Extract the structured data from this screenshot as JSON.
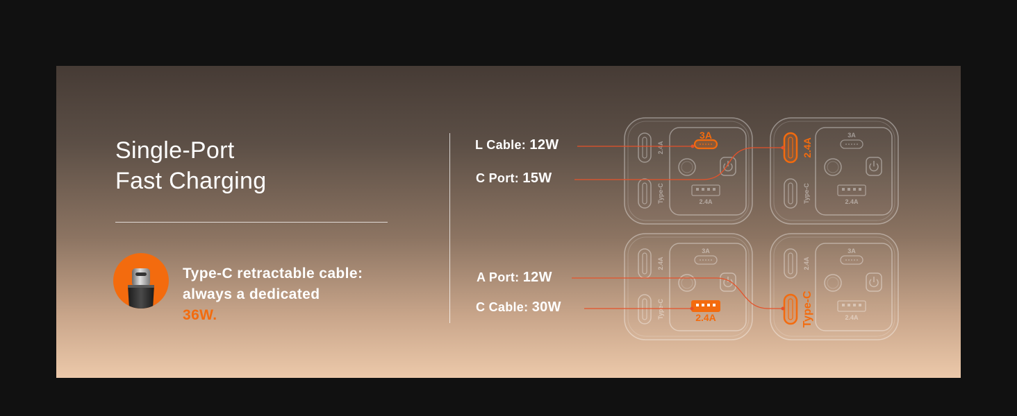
{
  "heading": {
    "line1": "Single-Port",
    "line2": "Fast Charging"
  },
  "feature": {
    "line1": "Type-C retractable cable:",
    "line2_prefix": "always a dedicated ",
    "line2_highlight": "36W."
  },
  "labels": {
    "l_cable": {
      "name": "L Cable:",
      "value": "12W"
    },
    "c_port": {
      "name": "C Port:",
      "value": "15W"
    },
    "a_port": {
      "name": "A Port:",
      "value": "12W"
    },
    "c_cable": {
      "name": "C Cable:",
      "value": "30W"
    }
  },
  "device_labels": {
    "rating_3a": "3A",
    "rating_2_4a": "2.4A",
    "type_c": "Type-C"
  },
  "colors": {
    "accent": "#f36b0e",
    "connector_line": "#e5522a"
  },
  "icons": [
    "usb-c-plug-icon",
    "power-icon"
  ]
}
